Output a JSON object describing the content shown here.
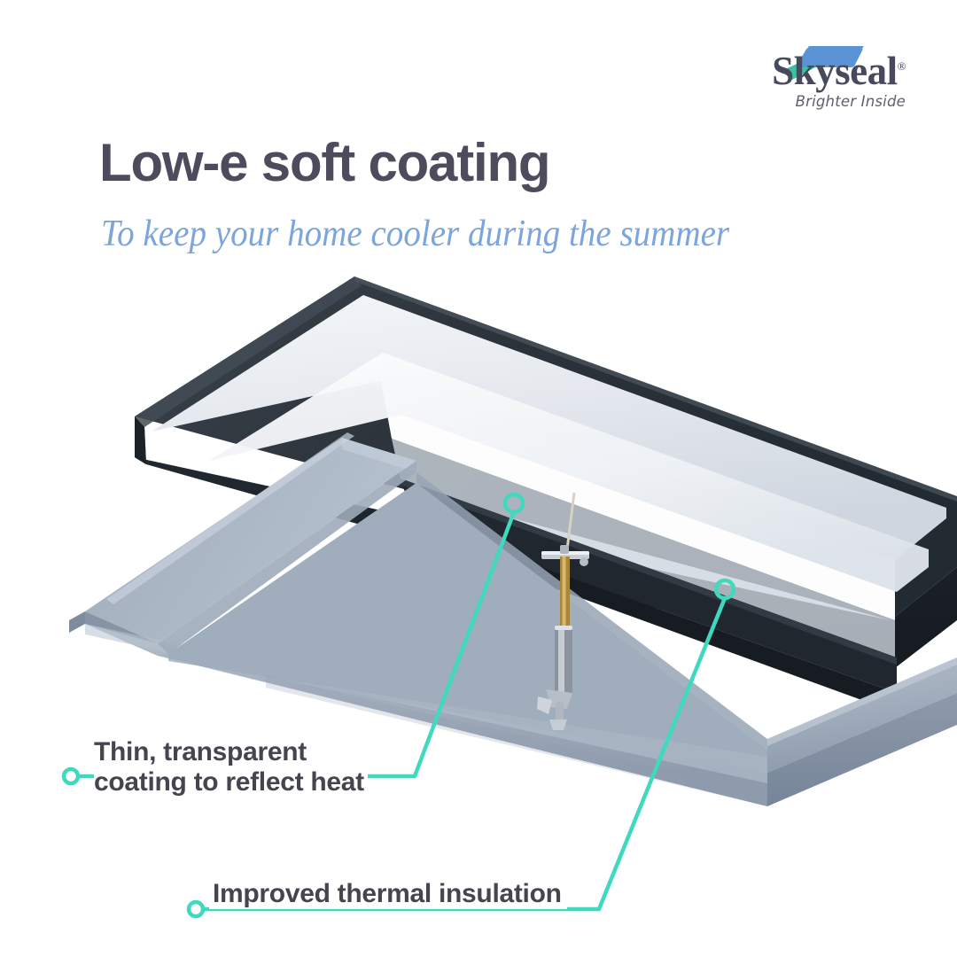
{
  "brand": {
    "name": "Skyseal",
    "registered_mark": "®",
    "tagline": "Brighter Inside",
    "mark_color_teal": "#3fbfa0",
    "mark_color_blue": "#5b94d6",
    "wordmark_color": "#474a5c"
  },
  "header": {
    "title": "Low-e soft coating",
    "subtitle": "To keep your home cooler during the summer",
    "title_color": "#4d4c5c",
    "subtitle_color": "#7ca4dd"
  },
  "callouts": [
    {
      "id": "thin-transparent-coating",
      "line_1": "Thin, transparent",
      "line_2": "coating to reflect heat",
      "marker_color": "#3fd9c0"
    },
    {
      "id": "improved-thermal-insulation",
      "line_1": "Improved thermal insulation",
      "marker_color": "#3fd9c0"
    }
  ],
  "product": {
    "name": "skylight-rooflight",
    "frame_color": "#2b3138",
    "kerb_color": "#9aa8b8",
    "glazing_color": "#e9ecf1",
    "actuator_rod_color": "#b99a4e",
    "actuator_cylinder_color": "#9aa3ad"
  },
  "theme": {
    "background": "#ffffff",
    "accent": "#3fd9c0"
  }
}
